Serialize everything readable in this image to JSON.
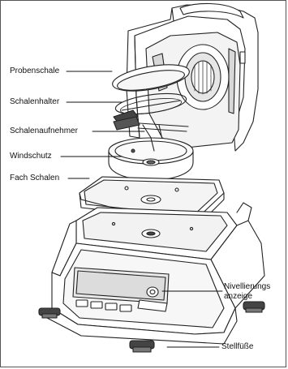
{
  "labels": {
    "probenschale": "Probenschale",
    "schalenhalter": "Schalenhalter",
    "schalenaufnehmer": "Schalenaufnehmer",
    "windschutz": "Windschutz",
    "fach_schalen": "Fach Schalen",
    "nivellierungs_line1": "Nivellierungs",
    "nivellierungs_line2": "anzeige",
    "stellfuesse": "Stellfüße"
  }
}
